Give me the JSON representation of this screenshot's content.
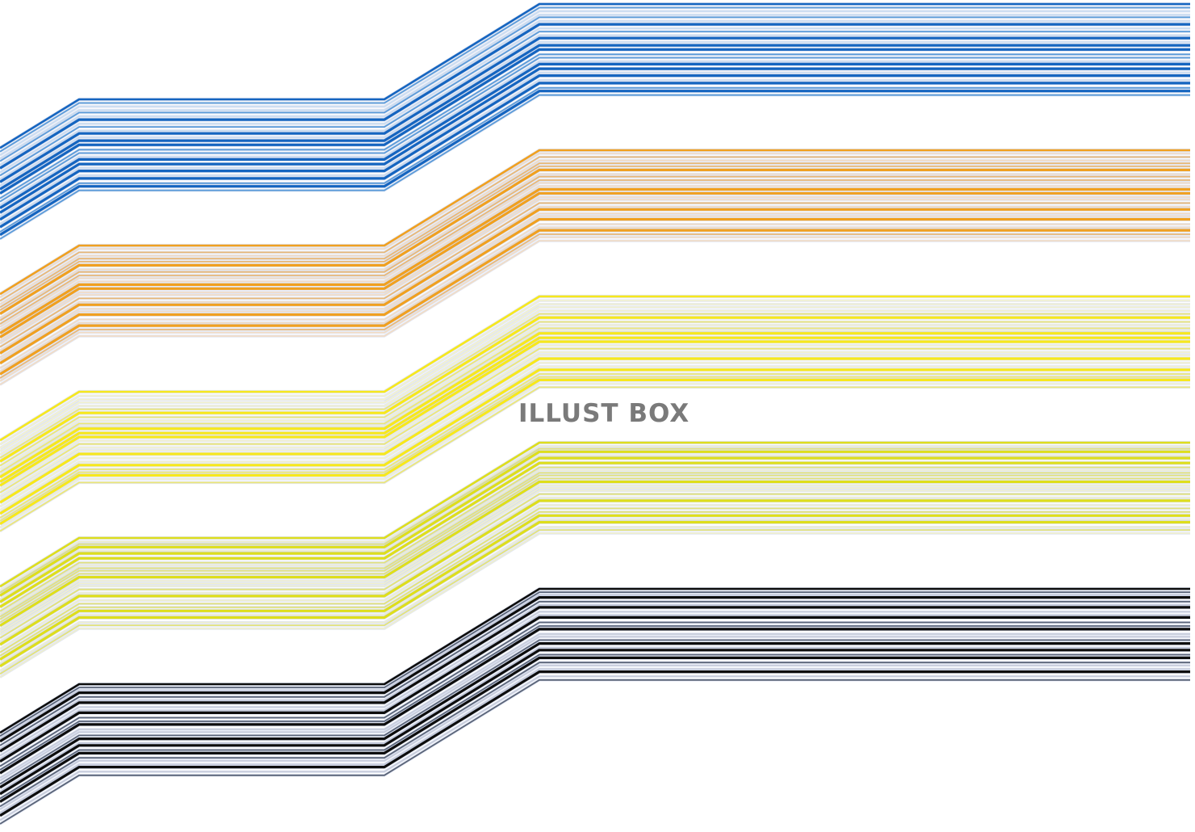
{
  "watermark": {
    "text": "ILLUST BOX"
  },
  "bands": [
    {
      "name": "blue",
      "dark": "#1565c0",
      "mid": "#5b9bd9",
      "light": "#c9dcf1"
    },
    {
      "name": "orange",
      "dark": "#f0a020",
      "mid": "#e8b878",
      "light": "#f2dcc4"
    },
    {
      "name": "yellow",
      "dark": "#f7e81c",
      "mid": "#ece77a",
      "light": "#f3f2cf"
    },
    {
      "name": "lime",
      "dark": "#dede1c",
      "mid": "#e2e27c",
      "light": "#efefcf"
    },
    {
      "name": "black",
      "dark": "#0d0d0d",
      "mid": "#5a6478",
      "light": "#c6cbda"
    }
  ]
}
